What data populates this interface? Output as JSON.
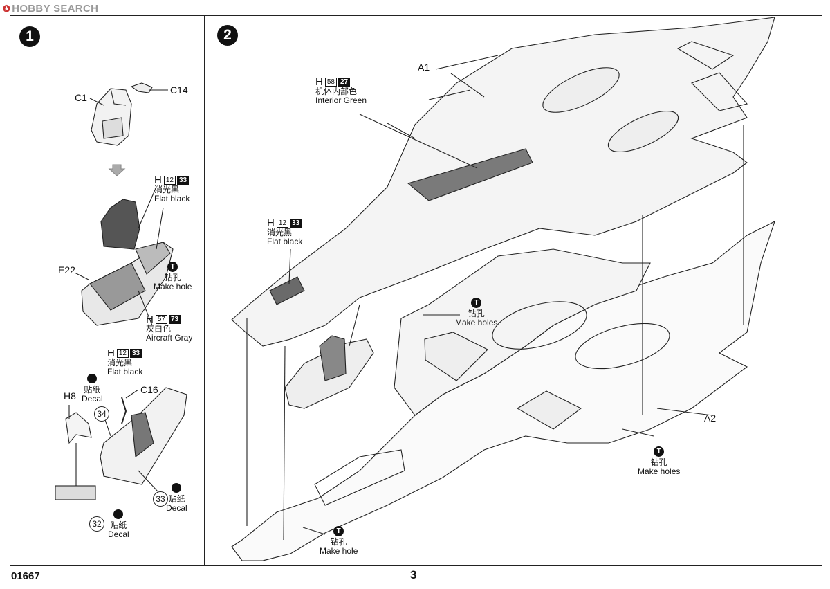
{
  "watermark": {
    "logo": "✪",
    "text": "HOBBY SEARCH"
  },
  "footer": {
    "code": "01667",
    "page": "3"
  },
  "step1": {
    "number": "1",
    "parts": {
      "c1": "C1",
      "c14": "C14",
      "e22": "E22",
      "c16": "C16",
      "h8": "H8"
    },
    "paint_black_1": {
      "letter": "H",
      "num": "12",
      "inv": "33",
      "zh": "消光黑",
      "en": "Flat black"
    },
    "paint_gray": {
      "letter": "H",
      "num": "57",
      "inv": "73",
      "zh": "灰白色",
      "en": "Aircraft Gray"
    },
    "paint_black_2": {
      "letter": "H",
      "num": "12",
      "inv": "33",
      "zh": "消光黑",
      "en": "Flat black"
    },
    "make_hole": {
      "icon": "T",
      "zh": "钻孔",
      "en": "Make hole"
    },
    "decal_34": {
      "num": "34",
      "zh": "贴纸",
      "en": "Decal"
    },
    "decal_33": {
      "num": "33",
      "zh": "贴纸",
      "en": "Decal"
    },
    "decal_32": {
      "num": "32",
      "zh": "贴纸",
      "en": "Decal"
    }
  },
  "step2": {
    "number": "2",
    "parts": {
      "a1": "A1",
      "a2": "A2"
    },
    "paint_green": {
      "letter": "H",
      "num": "58",
      "inv": "27",
      "zh": "机体内部色",
      "en": "Interior Green"
    },
    "paint_black": {
      "letter": "H",
      "num": "12",
      "inv": "33",
      "zh": "消光黑",
      "en": "Flat black"
    },
    "make_holes_1": {
      "icon": "T",
      "zh": "钻孔",
      "en": "Make holes"
    },
    "make_holes_2": {
      "icon": "T",
      "zh": "钻孔",
      "en": "Make holes"
    },
    "make_hole": {
      "icon": "T",
      "zh": "钻孔",
      "en": "Make hole"
    }
  }
}
